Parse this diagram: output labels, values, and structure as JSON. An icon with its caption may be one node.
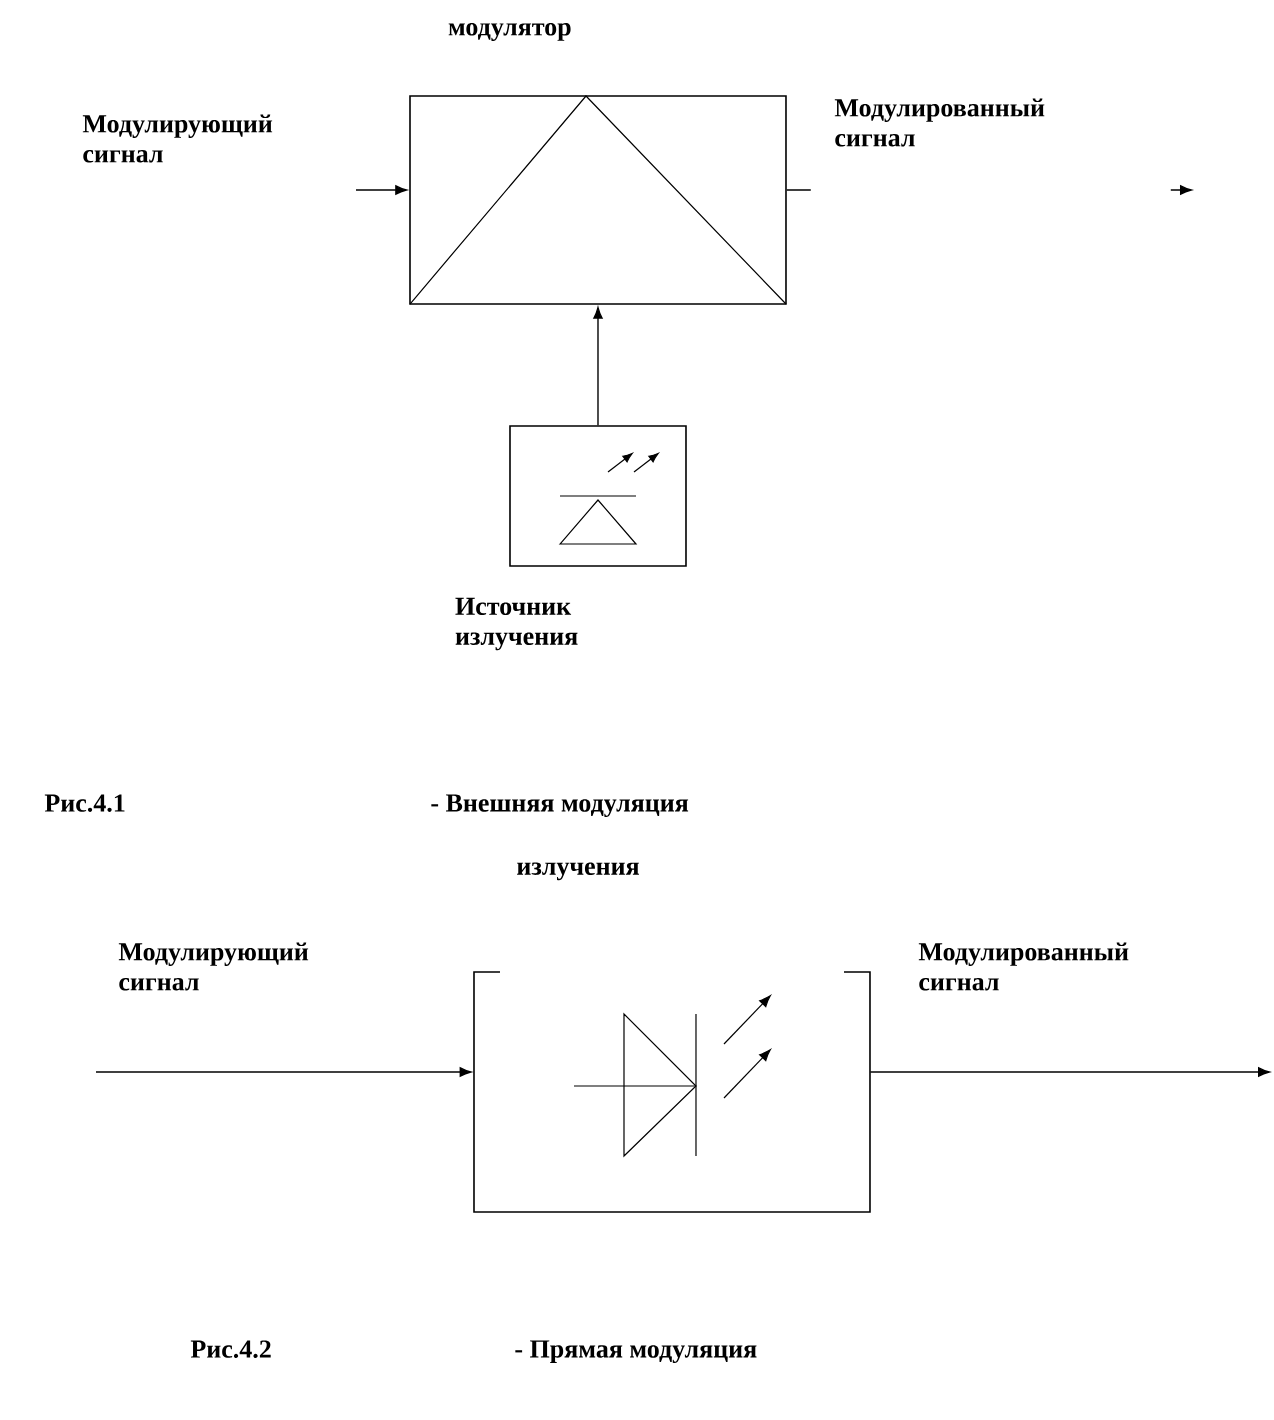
{
  "diagram": {
    "nodes": [
      {
        "text": [
          "модулятор"
        ]
      },
      {
        "text": [
          "Источник излучения"
        ]
      },
      {
        "text": [],
        "shape": "box"
      }
    ],
    "edges": [
      {
        "from": null,
        "to": 0,
        "arrow": "to",
        "label": "Модулирующий сигнал"
      },
      {
        "from": 0,
        "to": null,
        "arrow": "to",
        "label": "Модулированный сигнал"
      },
      {
        "from": 1,
        "to": 0,
        "arrow": "to"
      },
      {
        "from": null,
        "to": 2,
        "arrow": "to",
        "label": "Модулирующий сигнал"
      },
      {
        "from": 2,
        "to": null,
        "arrow": "to",
        "label": "Модулированный сигнал"
      }
    ],
    "labels": [
      "Рис.4.1",
      "- Внешняя модуляция",
      "излучения",
      "Рис.4.2",
      "- Прямая модуляция"
    ]
  }
}
